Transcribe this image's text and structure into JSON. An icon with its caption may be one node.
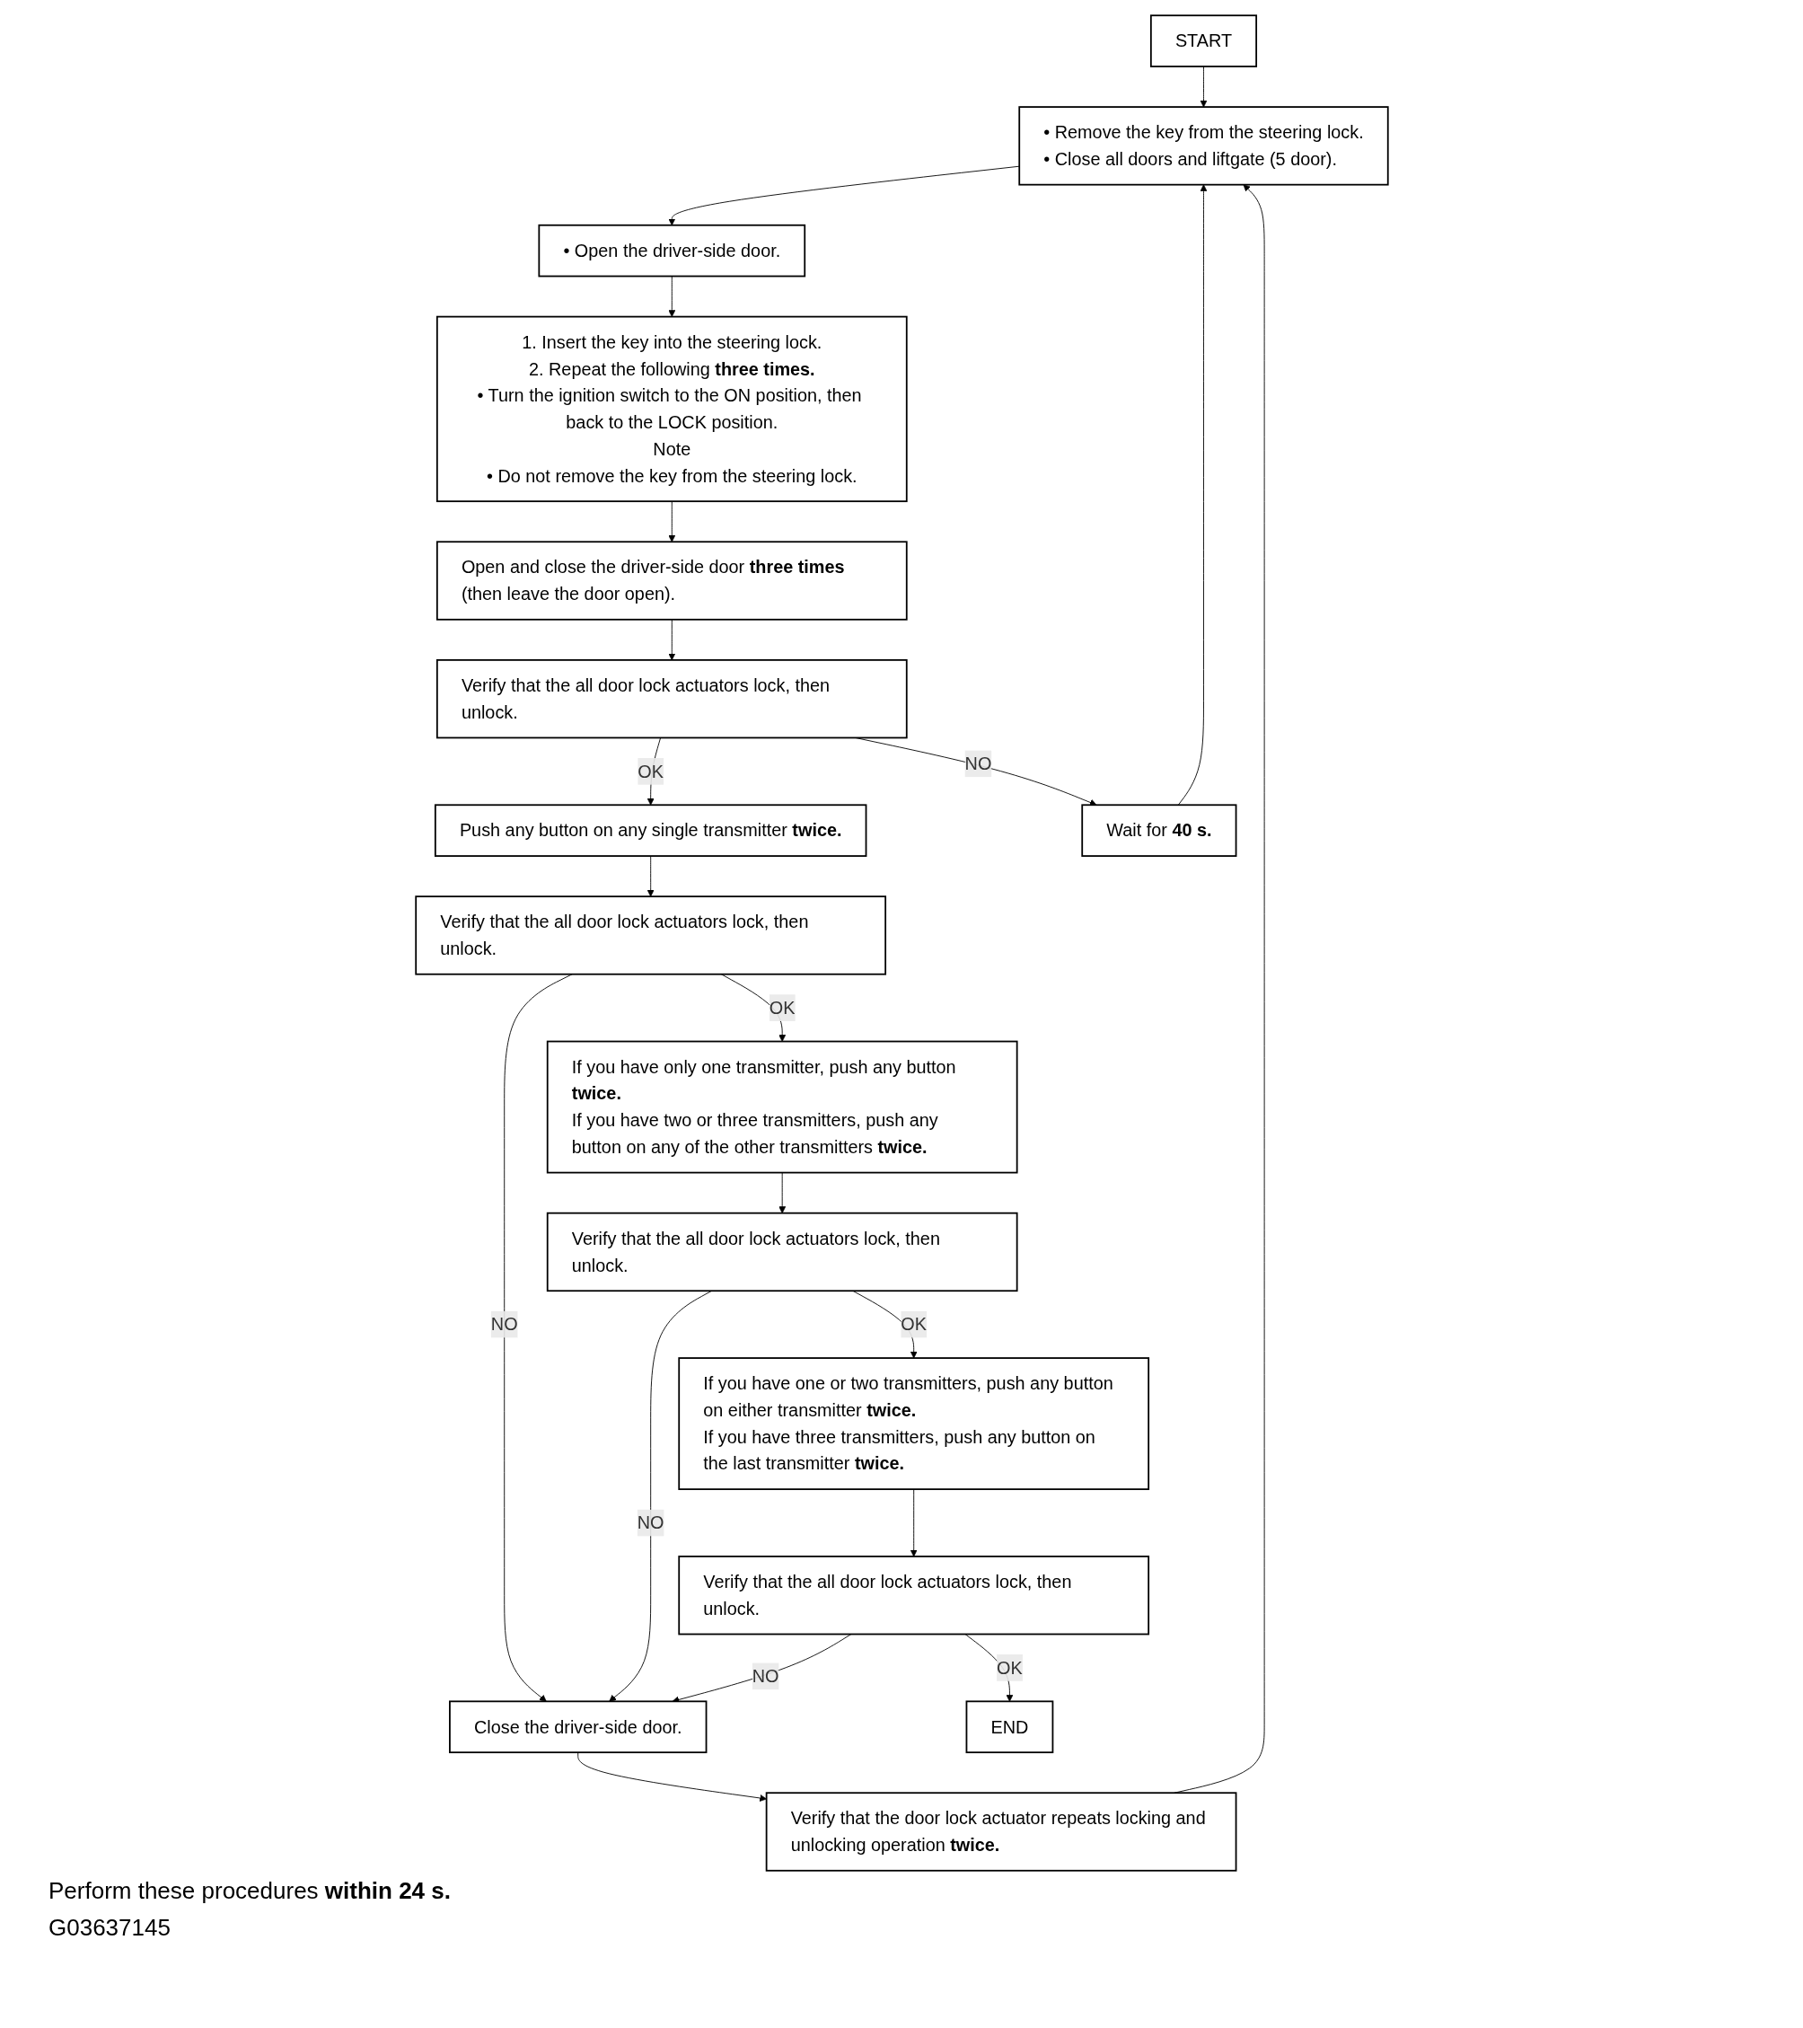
{
  "diagram": {
    "nodes": [
      {
        "text": [
          "START"
        ]
      },
      {
        "text": [
          "• Remove the key from the steering lock.",
          "• Close all doors and liftgate (5 door)."
        ]
      },
      {
        "text": [
          "• Open the driver-side door."
        ]
      },
      {
        "text": [
          "1. Insert the key into the steering lock.",
          "2. Repeat the following **three times.**",
          "• Turn the ignition switch to the ON position, then back to the LOCK position.",
          "Note",
          "• Do not remove the key from the steering lock."
        ]
      },
      {
        "text": [
          "Open and close the driver-side door **three times** (then leave the door open)."
        ]
      },
      {
        "text": [
          "Verify that the all door lock actuators lock, then unlock."
        ]
      },
      {
        "text": [
          "Wait for **40 s.**"
        ]
      },
      {
        "text": [
          "Push any button on any single transmitter **twice.**"
        ]
      },
      {
        "text": [
          "Verify that the all door lock actuators lock, then unlock."
        ]
      },
      {
        "text": [
          "If you have only one transmitter, push any button **twice.**",
          "If you have two or three transmitters, push any button on any of the other transmitters **twice.**"
        ]
      },
      {
        "text": [
          "Verify that the all door lock actuators lock, then unlock."
        ]
      },
      {
        "text": [
          "If you have one or two transmitters, push any button on either transmitter **twice.**",
          "If you have three transmitters, push any button on the last transmitter **twice.**"
        ]
      },
      {
        "text": [
          "Verify that the all door lock actuators lock, then unlock."
        ]
      },
      {
        "text": [
          "END"
        ]
      },
      {
        "text": [
          "Close the driver-side door."
        ]
      },
      {
        "text": [
          "Verify that the door lock actuator repeats locking and unlocking operation **twice.**"
        ]
      }
    ],
    "edges": [
      {
        "from": 0,
        "to": 1,
        "arrow": "to"
      },
      {
        "from": 1,
        "to": 2,
        "arrow": "to"
      },
      {
        "from": 2,
        "to": 3,
        "arrow": "to"
      },
      {
        "from": 3,
        "to": 4,
        "arrow": "to"
      },
      {
        "from": 4,
        "to": 5,
        "arrow": "to"
      },
      {
        "from": 5,
        "to": 6,
        "arrow": "to",
        "label": "NO"
      },
      {
        "from": 6,
        "to": 1,
        "arrow": "to"
      },
      {
        "from": 5,
        "to": 7,
        "arrow": "to",
        "label": "OK"
      },
      {
        "from": 7,
        "to": 8,
        "arrow": "to"
      },
      {
        "from": 8,
        "to": 14,
        "arrow": "to",
        "label": "NO"
      },
      {
        "from": 8,
        "to": 9,
        "arrow": "to",
        "label": "OK"
      },
      {
        "from": 9,
        "to": 10,
        "arrow": "to"
      },
      {
        "from": 10,
        "to": 14,
        "arrow": "to",
        "label": "NO"
      },
      {
        "from": 10,
        "to": 11,
        "arrow": "to",
        "label": "OK"
      },
      {
        "from": 11,
        "to": 12,
        "arrow": "to"
      },
      {
        "from": 12,
        "to": 14,
        "arrow": "to",
        "label": "NO"
      },
      {
        "from": 12,
        "to": 13,
        "arrow": "to",
        "label": "OK"
      },
      {
        "from": 14,
        "to": 15,
        "arrow": "to"
      },
      {
        "from": 15,
        "to": 1,
        "arrow": "to"
      }
    ],
    "labels": [
      "Perform these procedures **within 24 s.**",
      "G03637145"
    ]
  }
}
